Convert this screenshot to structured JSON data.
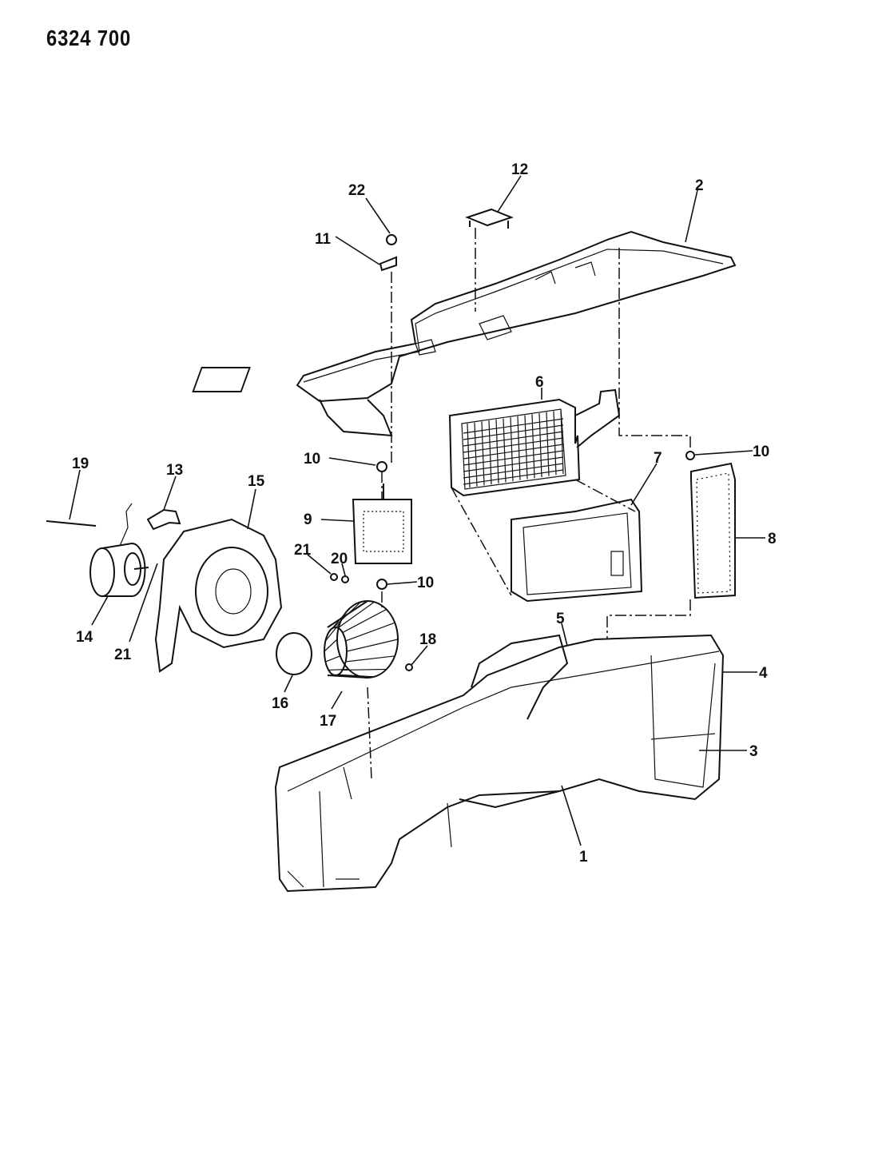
{
  "diagram_code": "6324 700",
  "callouts": [
    "1",
    "2",
    "3",
    "4",
    "5",
    "6",
    "7",
    "8",
    "9",
    "10",
    "10",
    "10",
    "11",
    "12",
    "13",
    "14",
    "15",
    "16",
    "17",
    "18",
    "19",
    "20",
    "21",
    "21",
    "22"
  ]
}
